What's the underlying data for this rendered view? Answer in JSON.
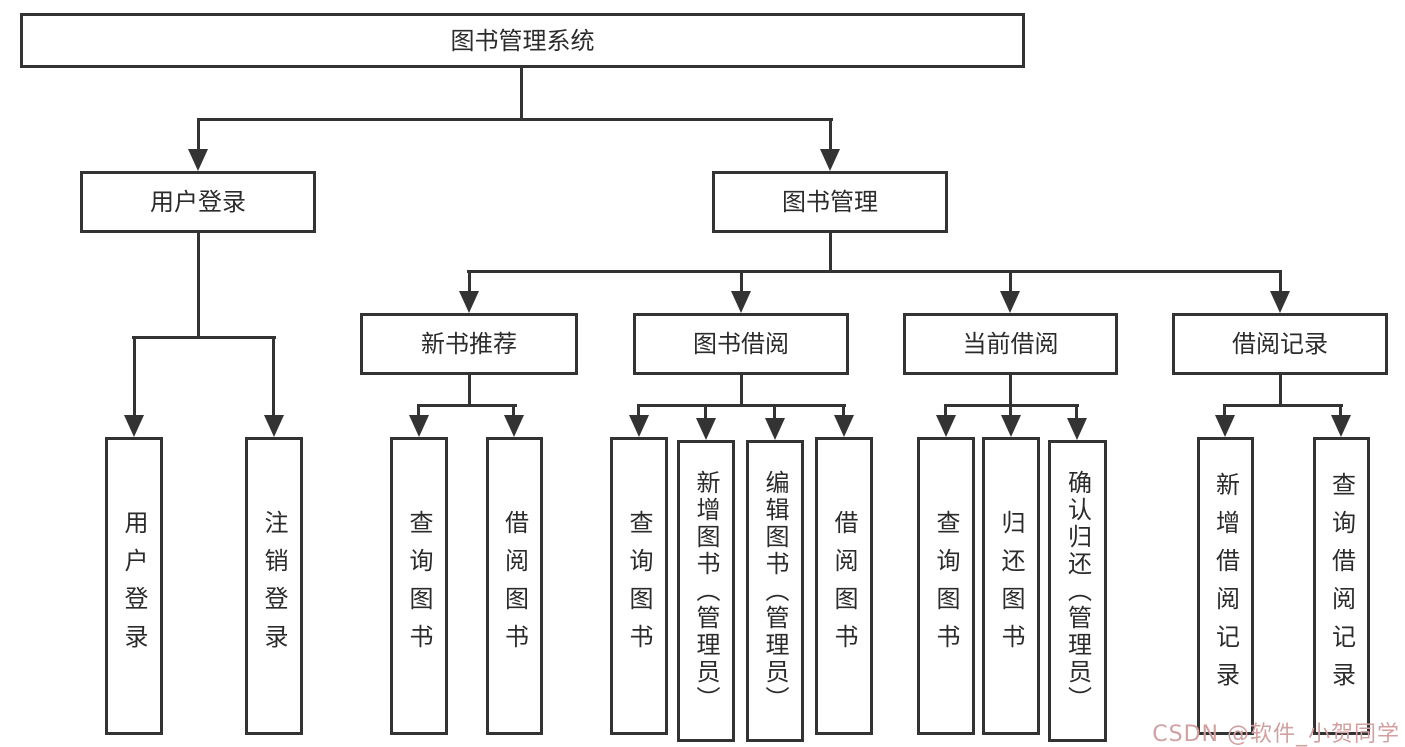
{
  "tree": {
    "label": "图书管理系统",
    "children": [
      {
        "label": "用户登录",
        "children": [
          {
            "label": "用户登录"
          },
          {
            "label": "注销登录"
          }
        ]
      },
      {
        "label": "图书管理",
        "children": [
          {
            "label": "新书推荐",
            "children": [
              {
                "label": "查询图书"
              },
              {
                "label": "借阅图书"
              }
            ]
          },
          {
            "label": "图书借阅",
            "children": [
              {
                "label": "查询图书"
              },
              {
                "label": "新增图书（管理员）"
              },
              {
                "label": "编辑图书（管理员）"
              },
              {
                "label": "借阅图书"
              }
            ]
          },
          {
            "label": "当前借阅",
            "children": [
              {
                "label": "查询图书"
              },
              {
                "label": "归还图书"
              },
              {
                "label": "确认归还（管理员）"
              }
            ]
          },
          {
            "label": "借阅记录",
            "children": [
              {
                "label": "新增借阅记录"
              },
              {
                "label": "查询借阅记录"
              }
            ]
          }
        ]
      }
    ]
  },
  "watermark": {
    "text": "CSDN @软件_小贺同学",
    "color": "#d2a0a0"
  },
  "colors": {
    "line": "#333333",
    "box_border": "#333333",
    "text": "#2b2b2b",
    "background": "#ffffff"
  }
}
